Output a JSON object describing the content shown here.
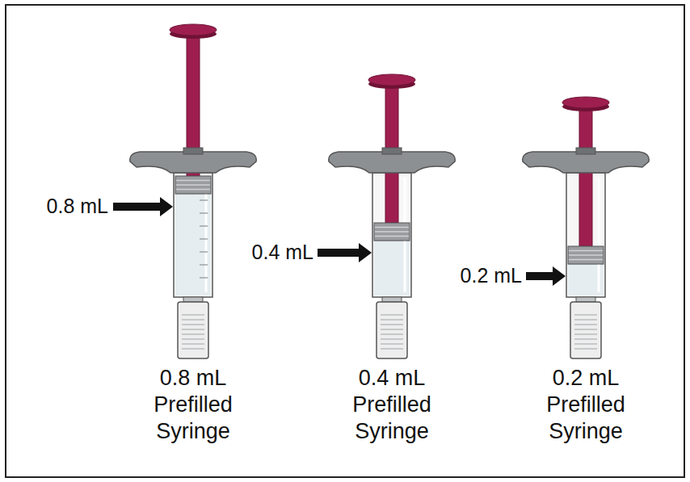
{
  "diagram": {
    "labels": [
      "0.8 mL",
      "0.8 mL Prefilled Syringe",
      "0.4 mL",
      "0.4 mL Prefilled Syringe",
      "0.2 mL",
      "0.2 mL Prefilled Syringe"
    ]
  }
}
